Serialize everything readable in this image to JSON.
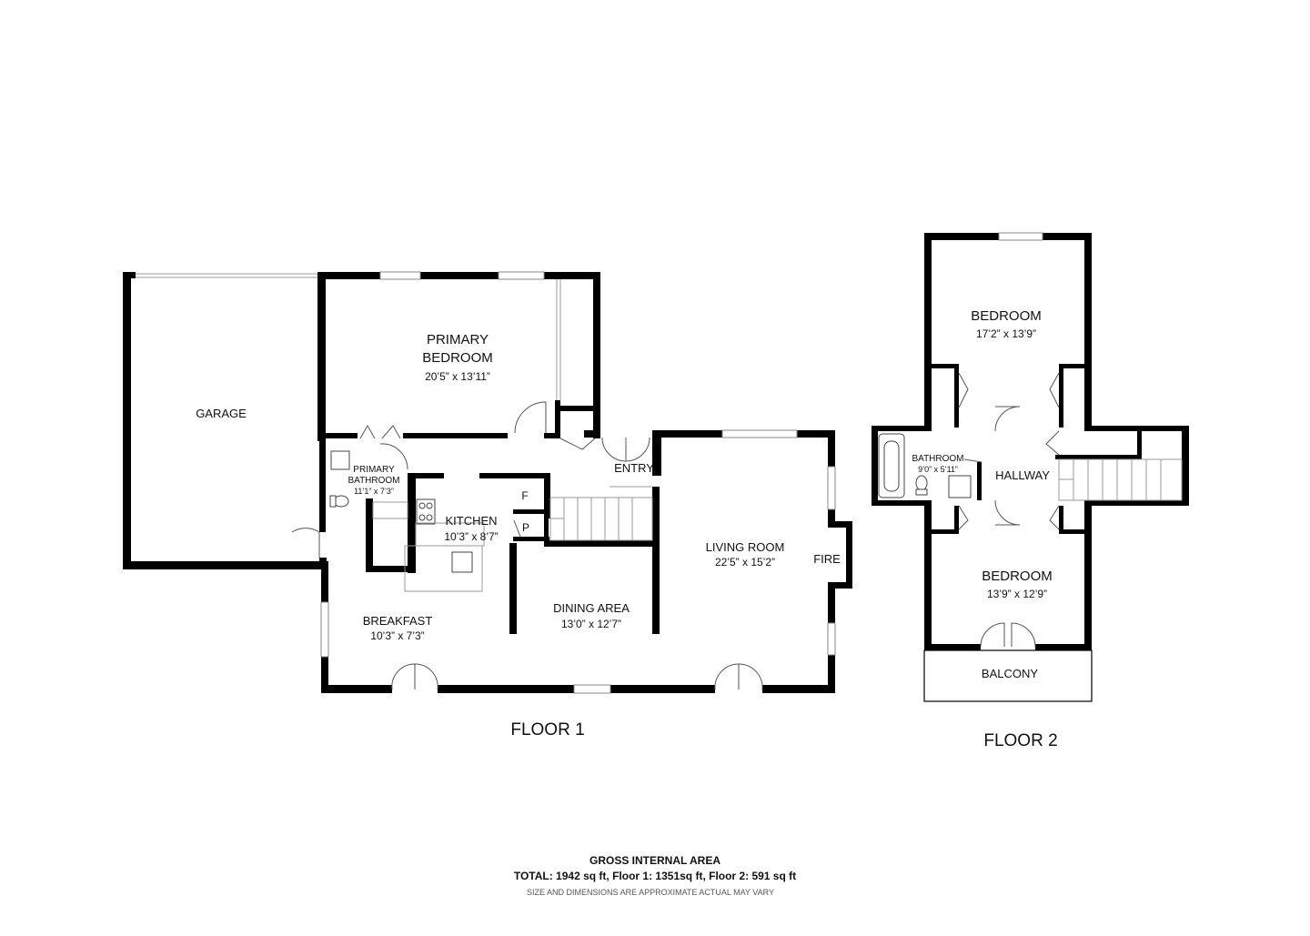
{
  "floor1": {
    "label": "FLOOR 1",
    "rooms": {
      "garage": "GARAGE",
      "primary_bedroom_line1": "PRIMARY",
      "primary_bedroom_line2": "BEDROOM",
      "primary_bedroom_dim": "20’5” x 13’11”",
      "primary_bathroom_line1": "PRIMARY",
      "primary_bathroom_line2": "BATHROOM",
      "primary_bathroom_dim": "11’1” x 7’3”",
      "entry": "ENTRY",
      "kitchen": "KITCHEN",
      "kitchen_dim": "10’3” x 8’7”",
      "freezer": "F",
      "pantry": "P",
      "living_room": "LIVING ROOM",
      "living_room_dim": "22’5” x 15’2”",
      "fire": "FIRE",
      "dining_area": "DINING AREA",
      "dining_area_dim": "13’0” x 12’7”",
      "breakfast": "BREAKFAST",
      "breakfast_dim": "10’3” x 7’3”"
    }
  },
  "floor2": {
    "label": "FLOOR 2",
    "rooms": {
      "bedroom_top": "BEDROOM",
      "bedroom_top_dim": "17’2” x 13’9”",
      "bathroom": "BATHROOM",
      "bathroom_dim": "9’0” x 5’11”",
      "hallway": "HALLWAY",
      "bedroom_bottom": "BEDROOM",
      "bedroom_bottom_dim": "13’9” x 12’9”",
      "balcony": "BALCONY"
    }
  },
  "footer": {
    "title": "GROSS INTERNAL AREA",
    "totals": "TOTAL: 1942 sq ft, Floor 1: 1351sq ft, Floor 2: 591 sq ft",
    "disclaimer": "SIZE AND DIMENSIONS ARE APPROXIMATE ACTUAL MAY VARY"
  }
}
